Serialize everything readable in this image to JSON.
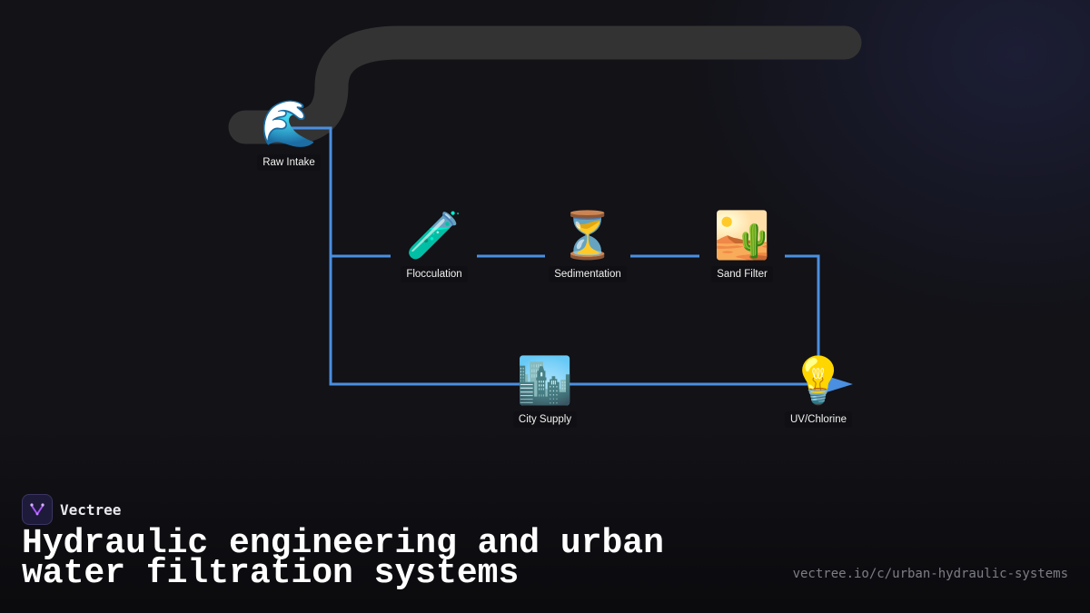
{
  "nodes": [
    {
      "id": "raw-intake",
      "icon": "wave-icon",
      "emoji": "🌊",
      "label": "Raw Intake"
    },
    {
      "id": "flocculation",
      "icon": "test-tube-icon",
      "emoji": "🧪",
      "label": "Flocculation"
    },
    {
      "id": "sedimentation",
      "icon": "hourglass-icon",
      "emoji": "⏳",
      "label": "Sedimentation"
    },
    {
      "id": "sand-filter",
      "icon": "desert-icon",
      "emoji": "🏜️",
      "label": "Sand Filter"
    },
    {
      "id": "city-supply",
      "icon": "cityscape-icon",
      "emoji": "🏙️",
      "label": "City Supply"
    },
    {
      "id": "uv-chlorine",
      "icon": "light-bulb-icon",
      "emoji": "💡",
      "label": "UV/Chlorine"
    }
  ],
  "colors": {
    "connector": "#4a8fe0",
    "background": "#121217",
    "pipe": "#333333"
  },
  "brand": {
    "name": "Vectree",
    "icon": "vectree-logo-icon"
  },
  "title": "Hydraulic engineering and urban water filtration systems",
  "url": "vectree.io/c/urban-hydraulic-systems"
}
